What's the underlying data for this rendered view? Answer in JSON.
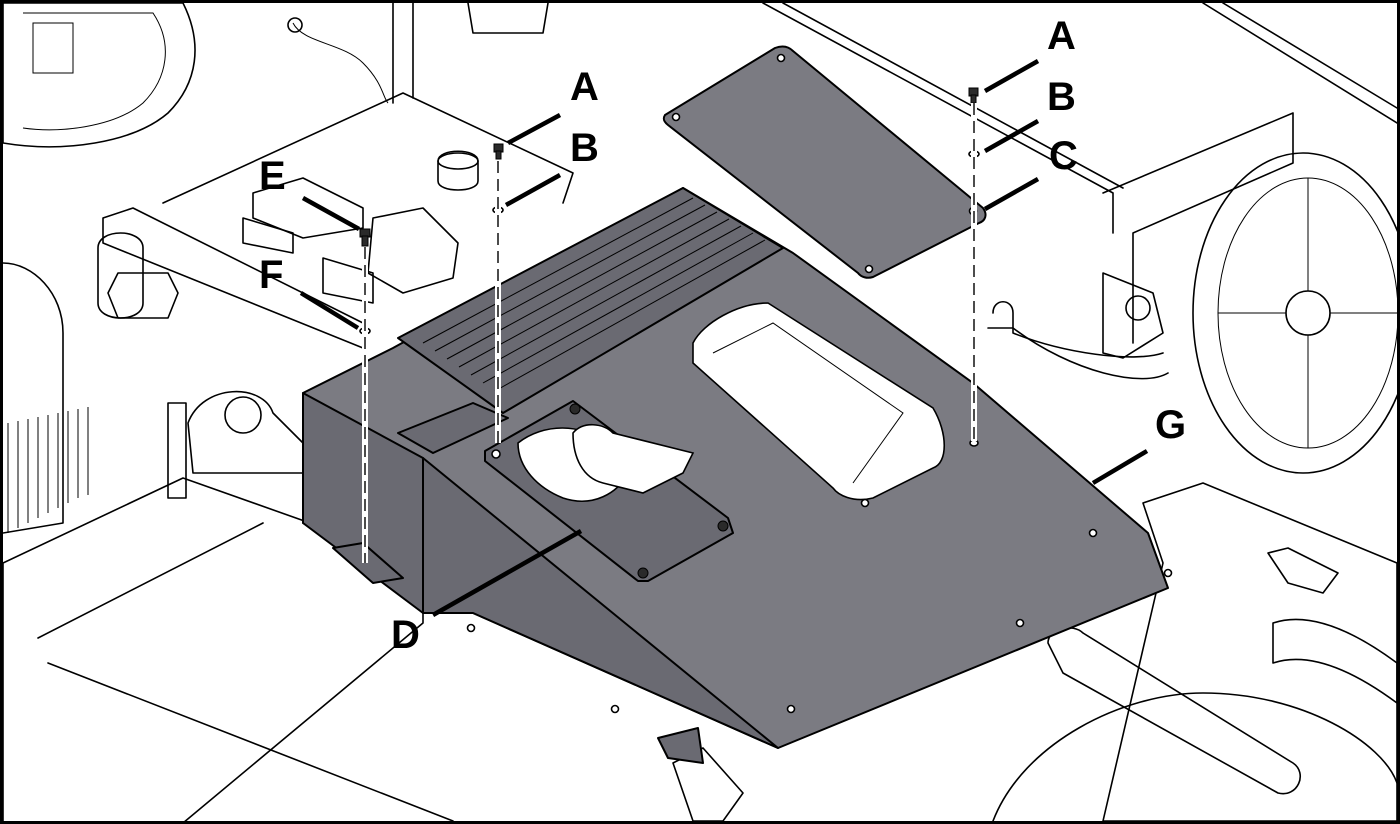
{
  "callouts": {
    "a_left": "A",
    "b_left": "B",
    "a_right": "A",
    "b_right": "B",
    "c": "C",
    "d": "D",
    "e": "E",
    "f": "F",
    "g": "G"
  },
  "colors": {
    "panel_fill": "#7b7b82",
    "panel_dark": "#6a6a72",
    "line": "#000000",
    "background": "#ffffff"
  }
}
